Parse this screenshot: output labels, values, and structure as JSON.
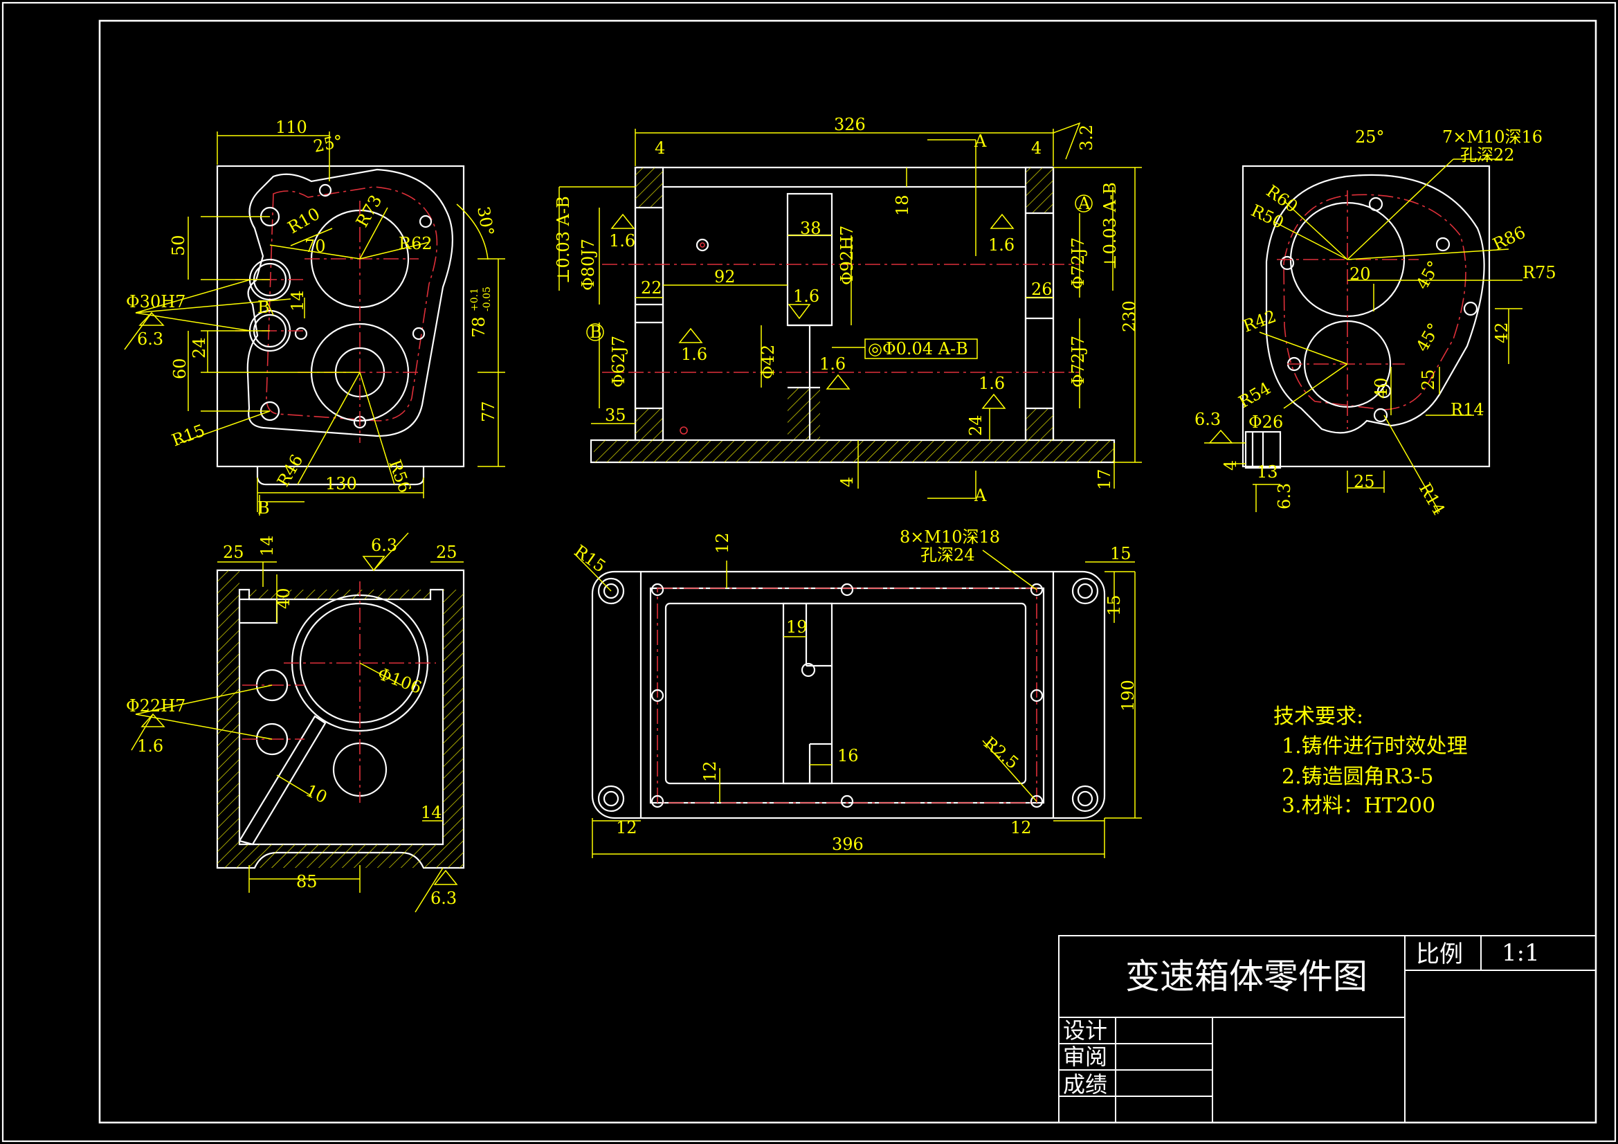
{
  "title_block": {
    "drawing_title": "变速箱体零件图",
    "scale_label": "比例",
    "scale_value": "1:1",
    "designer_label": "设计",
    "reviewer_label": "审阅",
    "grade_label": "成绩"
  },
  "technical_requirements": {
    "heading": "技术要求:",
    "items": [
      "1.铸件进行时效处理",
      "2.铸造圆角R3-5",
      "3.材料：HT200"
    ]
  },
  "left_view": {
    "dims": {
      "w110": "110",
      "a25": "25°",
      "a30": "30°",
      "d50": "50",
      "r10": "R10",
      "r73": "R73",
      "d70": "70",
      "r62": "R62",
      "phi30": "Φ30H7",
      "rough1": "6.3",
      "d14": "14",
      "b1": "B",
      "tol78": "78",
      "tol_up": "+0.1",
      "tol_dn": "-0.05",
      "d24": "24",
      "d60": "60",
      "d77": "77",
      "r15": "R15",
      "r46": "R46",
      "d130": "130",
      "r56": "R56",
      "b2": "B"
    }
  },
  "front_view": {
    "dims": {
      "w326": "326",
      "d4a": "4",
      "d4b": "4",
      "sA1": "A",
      "r32": "3.2",
      "d18": "18",
      "tol_ab_l": "⊥0.03 A-B",
      "phi80": "Φ80J7",
      "r16a": "1.6",
      "d38": "38",
      "phi92": "Φ92H7",
      "r16b": "1.6",
      "circA": "A",
      "tol_ab_r": "⊥0.03 A-B",
      "phi72a": "Φ72J7",
      "d22": "22",
      "d92": "92",
      "r16c": "1.6",
      "d26": "26",
      "d230": "230",
      "circB": "B",
      "phi62": "Φ62J7",
      "r16d": "1.6",
      "phi42": "Φ42",
      "coax": "◎Φ0.04 A-B",
      "r16e": "1.6",
      "phi72b": "Φ72J7",
      "r16f": "1.6",
      "d35": "35",
      "d24": "24",
      "d4c": "4",
      "d17": "17",
      "sA2": "A"
    }
  },
  "right_view": {
    "dims": {
      "a25": "25°",
      "m10": "7×M10深16",
      "hole22": "孔深22",
      "r60": "R60",
      "r50": "R50",
      "r86": "R86",
      "d20": "20",
      "a45a": "45°",
      "r75": "R75",
      "r42": "R42",
      "d42": "42",
      "a45b": "45°",
      "d25a": "25",
      "d40": "40",
      "r54": "R54",
      "rough": "6.3",
      "phi26": "Φ26",
      "r14a": "R14",
      "d4": "4",
      "d13": "13",
      "r63": "6.3",
      "d25b": "25",
      "r14b": "R14"
    }
  },
  "section_view": {
    "dims": {
      "d25a": "25",
      "d14a": "14",
      "r63a": "6.3",
      "d25b": "25",
      "d40": "40",
      "phi106": "Φ106",
      "phi22": "Φ22H7",
      "r16": "1.6",
      "d10": "10",
      "d14b": "14",
      "d85": "85",
      "r63b": "6.3"
    }
  },
  "top_view": {
    "dims": {
      "r15": "R15",
      "d12a": "12",
      "m10": "8×M10深18",
      "hole24": "孔深24",
      "d15a": "15",
      "d15b": "15",
      "d19": "19",
      "d190": "190",
      "r25": "R2.5",
      "d16": "16",
      "d12b": "12",
      "d12c": "12",
      "d12d": "12",
      "d396": "396"
    }
  }
}
